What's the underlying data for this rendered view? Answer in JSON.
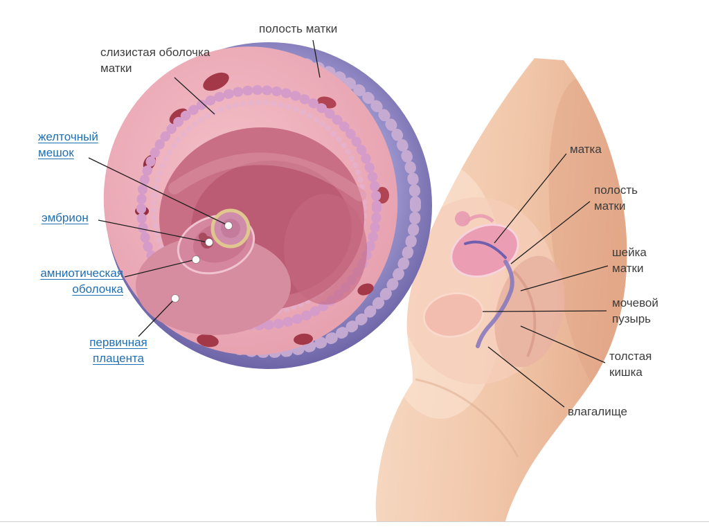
{
  "labels": {
    "uterine_cavity_top": "полость матки",
    "uterine_mucosa": [
      "слизистая оболочка",
      "матки"
    ],
    "yolk_sac": [
      "желточный",
      "мешок"
    ],
    "embryo": "эмбрион",
    "amniotic_membrane": [
      "амниотическая",
      "оболочка"
    ],
    "primary_placenta": [
      "первичная",
      "плацента"
    ],
    "uterus": "матка",
    "uterine_cavity_side": [
      "полость",
      "матки"
    ],
    "cervix": [
      "шейка",
      "матки"
    ],
    "bladder": [
      "мочевой",
      "пузырь"
    ],
    "large_intestine": [
      "толстая",
      "кишка"
    ],
    "vagina": "влагалище"
  },
  "colors": {
    "link_blue": "#1f6fb2",
    "label_text": "#3b3b3b",
    "leader_line": "#1d1d1d",
    "rim_purple": "#7f78b8",
    "tissue_pink": "#edadb9",
    "cavity_rose": "#c96f85",
    "cavity_deep": "#bb5c74",
    "bead_pink": "#d59cca",
    "yolk_ring": "#e0c78f",
    "skin": "#f3cdb4",
    "uterus_pink": "#eb9eb3",
    "canal_purple": "#8a7abc"
  }
}
